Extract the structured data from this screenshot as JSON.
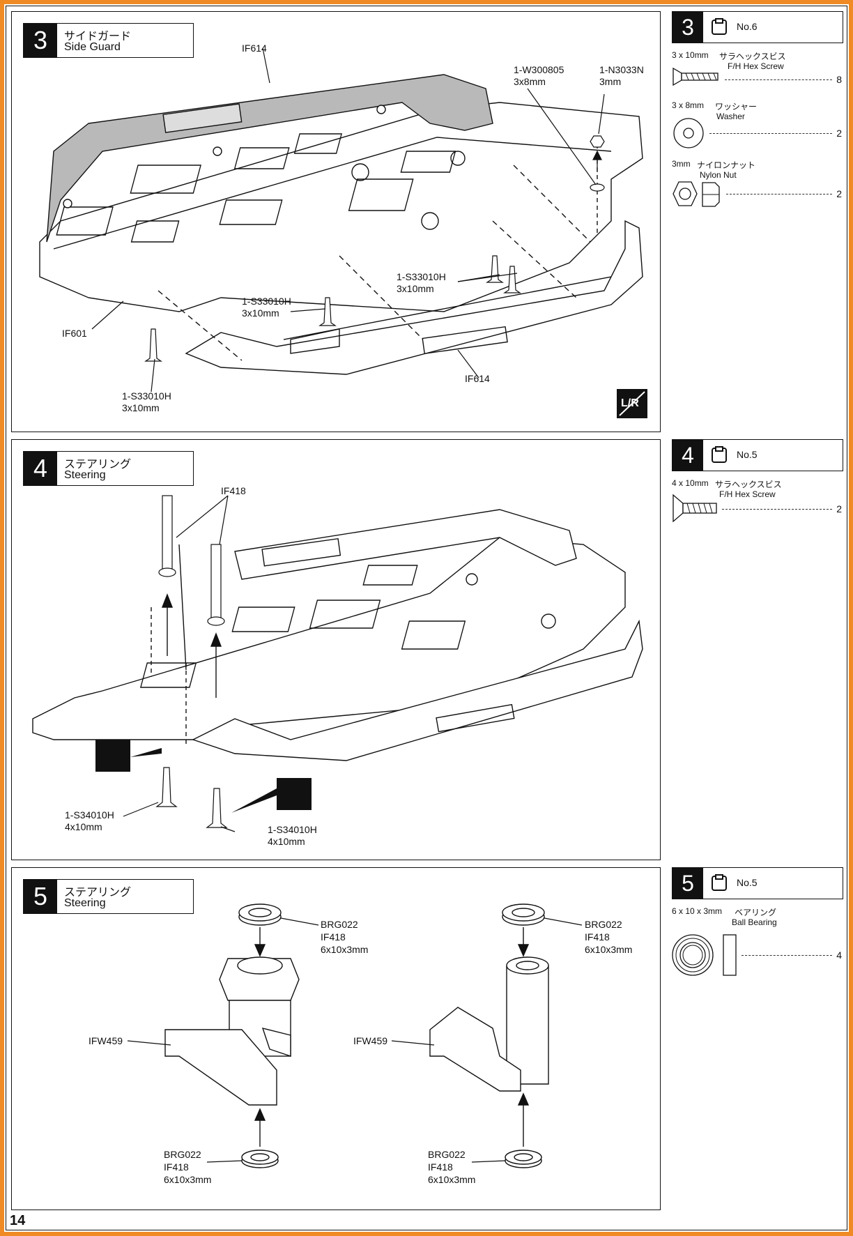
{
  "page_number": "14",
  "steps": {
    "s3": {
      "num": "3",
      "title_jp": "サイドガード",
      "title_en": "Side Guard",
      "labels": {
        "if614_top": "IF614",
        "w300805_part": "1-W300805",
        "w300805_size": "3x8mm",
        "n3033n_part": "1-N3033N",
        "n3033n_size": "3mm",
        "s33010h_a_part": "1-S33010H",
        "s33010h_a_size": "3x10mm",
        "s33010h_b_part": "1-S33010H",
        "s33010h_b_size": "3x10mm",
        "if601": "IF601",
        "if614_bottom": "IF614",
        "s33010h_c_part": "1-S33010H",
        "s33010h_c_size": "3x10mm",
        "lr_mark": "L/R"
      }
    },
    "s4": {
      "num": "4",
      "title_jp": "ステアリング",
      "title_en": "Steering",
      "labels": {
        "if418": "IF418",
        "s34010h_a_part": "1-S34010H",
        "s34010h_a_size": "4x10mm",
        "s34010h_b_part": "1-S34010H",
        "s34010h_b_size": "4x10mm"
      }
    },
    "s5": {
      "num": "5",
      "title_jp": "ステアリング",
      "title_en": "Steering",
      "labels": {
        "brg_tl_1": "BRG022",
        "brg_tl_2": "IF418",
        "brg_tl_3": "6x10x3mm",
        "brg_tr_1": "BRG022",
        "brg_tr_2": "IF418",
        "brg_tr_3": "6x10x3mm",
        "ifw_l": "IFW459",
        "ifw_r": "IFW459",
        "brg_bl_1": "BRG022",
        "brg_bl_2": "IF418",
        "brg_bl_3": "6x10x3mm",
        "brg_br_1": "BRG022",
        "brg_br_2": "IF418",
        "brg_br_3": "6x10x3mm"
      }
    }
  },
  "parts": {
    "p3": {
      "num": "3",
      "bag": "No.6",
      "items": [
        {
          "size": "3 x 10mm",
          "jp": "サラヘックスビス",
          "en": "F/H Hex Screw",
          "qty": "8",
          "icon": "flat-hex-screw-icon"
        },
        {
          "size": "3 x 8mm",
          "jp": "ワッシャー",
          "en": "Washer",
          "qty": "2",
          "icon": "washer-icon"
        },
        {
          "size": "3mm",
          "jp": "ナイロンナット",
          "en": "Nylon Nut",
          "qty": "2",
          "icon": "nylon-nut-icon"
        }
      ]
    },
    "p4": {
      "num": "4",
      "bag": "No.5",
      "items": [
        {
          "size": "4 x 10mm",
          "jp": "サラヘックスビス",
          "en": "F/H Hex Screw",
          "qty": "2",
          "icon": "flat-hex-screw-icon"
        }
      ]
    },
    "p5": {
      "num": "5",
      "bag": "No.5",
      "items": [
        {
          "size": "6 x 10 x 3mm",
          "jp": "ベアリング",
          "en": "Ball Bearing",
          "qty": "4",
          "icon": "ball-bearing-icon"
        }
      ]
    }
  },
  "colors": {
    "frame": "#f08a24",
    "ink": "#111111",
    "guard_fill": "#b9b9b9"
  }
}
